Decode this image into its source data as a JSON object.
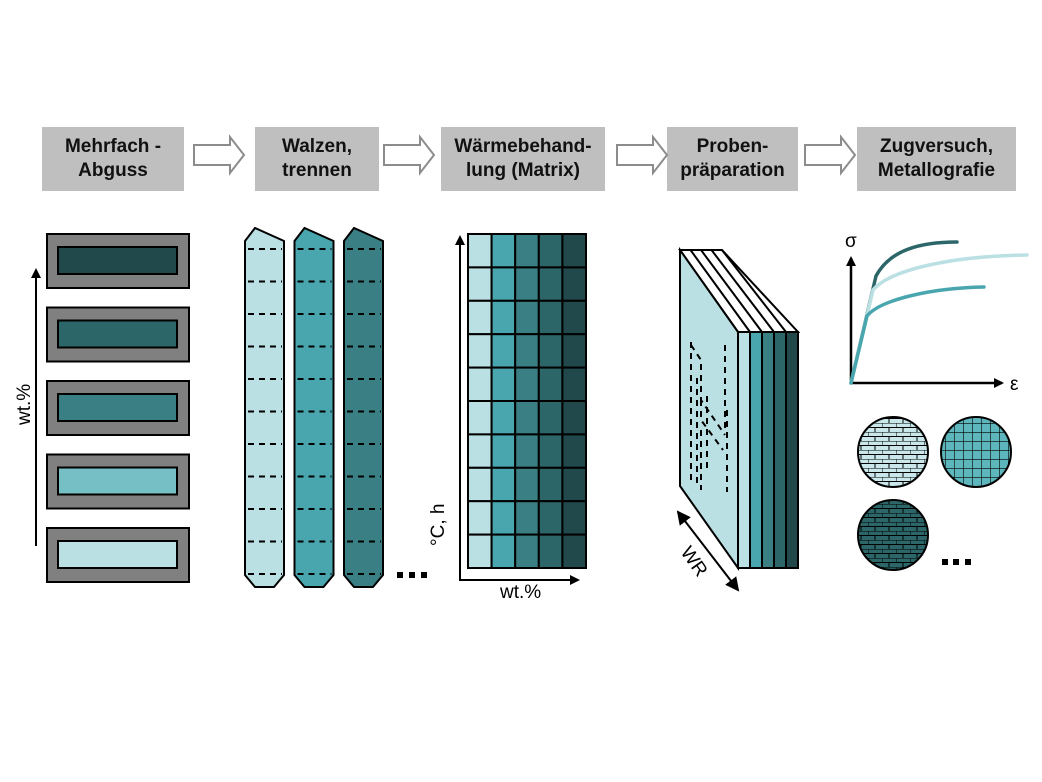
{
  "diagram": {
    "steps": [
      {
        "line1": "Mehrfach -",
        "line2": "Abguss"
      },
      {
        "line1": "Walzen,",
        "line2": "trennen"
      },
      {
        "line1": "Wärmebehand-",
        "line2": "lung (Matrix)"
      },
      {
        "line1": "Proben-",
        "line2": "präparation"
      },
      {
        "line1": "Zugversuch,",
        "line2": "Metallografie"
      }
    ],
    "arrow_icon": "hollow-right-arrow",
    "colors": {
      "shade1": "#bbe0e3",
      "shade2": "#76bfc4",
      "shade3": "#4aa6ae",
      "shade4": "#3a7f84",
      "shade5": "#2d6669",
      "shade6": "#21484a",
      "step_box": "#bfbfbf",
      "mold_frame": "#808080"
    },
    "casting": {
      "axis_label": "wt.%",
      "molds": [
        "shade6",
        "shade5",
        "shade4",
        "shade2",
        "shade1"
      ]
    },
    "rolling": {
      "strips": [
        "shade1",
        "shade3",
        "shade4"
      ],
      "ellipsis": "..."
    },
    "heat_treatment": {
      "y_label": "°C, h",
      "x_label": "wt.%",
      "rows": 10,
      "columns": [
        "shade1",
        "shade3",
        "shade4",
        "shade5",
        "shade6"
      ]
    },
    "sample_prep": {
      "direction_label": "WR",
      "layers": [
        "shade1",
        "shade3",
        "shade4",
        "shade5",
        "shade6"
      ]
    },
    "testing": {
      "y_symbol": "σ",
      "x_symbol": "ε",
      "curves": [
        "shade5",
        "shade1",
        "shade3"
      ],
      "micrographs": [
        {
          "pattern": "brick",
          "color": "#c9e7ea"
        },
        {
          "pattern": "grid",
          "color": "#5cb6bc"
        },
        {
          "pattern": "brick",
          "color": "#2d6669"
        }
      ],
      "ellipsis": "..."
    }
  }
}
